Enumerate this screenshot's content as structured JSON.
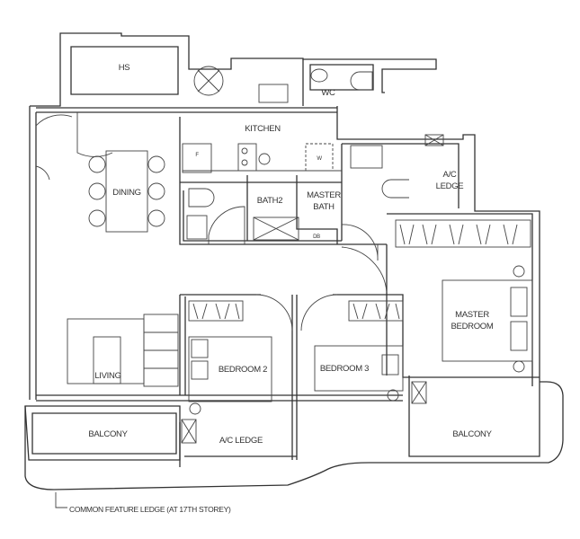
{
  "floor_plan": {
    "rooms": {
      "hs": "HS",
      "wc": "WC",
      "kitchen": "KITCHEN",
      "fridge": "F",
      "washer": "W",
      "dining": "DINING",
      "bath2": "BATH2",
      "master_bath_1": "MASTER",
      "master_bath_2": "BATH",
      "db": "DB",
      "ac_ledge_top_1": "A/C",
      "ac_ledge_top_2": "LEDGE",
      "master_bedroom_1": "MASTER",
      "master_bedroom_2": "BEDROOM",
      "living": "LIVING",
      "bedroom2": "BEDROOM 2",
      "bedroom3": "BEDROOM 3",
      "balcony_left": "BALCONY",
      "ac_ledge_bottom": "A/C LEDGE",
      "balcony_right": "BALCONY"
    },
    "note": "COMMON FEATURE LEDGE (AT 17TH STOREY)"
  }
}
